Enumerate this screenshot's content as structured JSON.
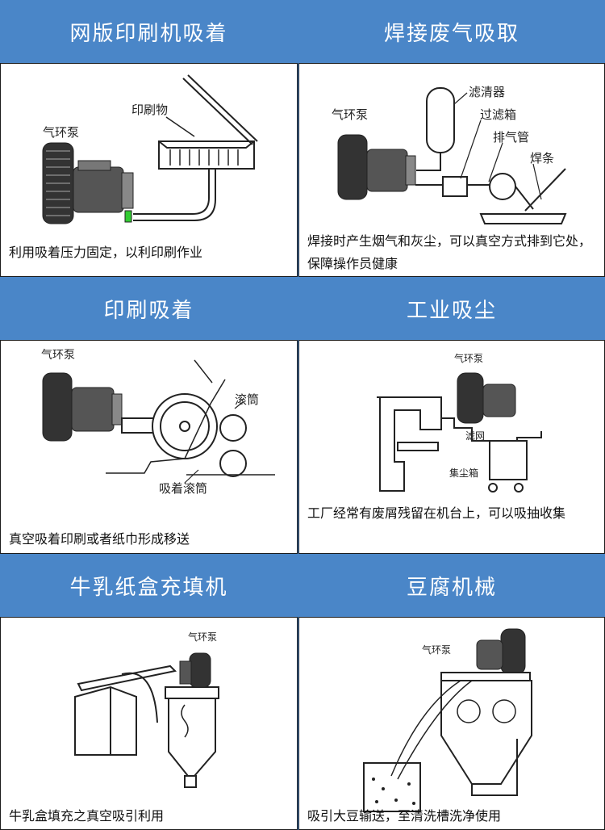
{
  "colors": {
    "header": "#4a86c8",
    "card": "#ffffff",
    "line": "#1c1c1c"
  },
  "panels": [
    {
      "title": "网版印刷机吸着",
      "caption": "利用吸着压力固定，以利印刷作业",
      "labels": {
        "pump": "气环泵",
        "item": "印刷物"
      }
    },
    {
      "title": "焊接废气吸取",
      "caption": "焊接时产生烟气和灰尘，可以真空方式排到它处，保障操作员健康",
      "labels": {
        "pump": "气环泵",
        "filter": "滤清器",
        "box": "过滤箱",
        "pipe": "排气管",
        "rod": "焊条"
      }
    },
    {
      "title": "印刷吸着",
      "caption": "真空吸着印刷或者纸巾形成移送",
      "labels": {
        "pump": "气环泵",
        "roller": "滚筒",
        "suction_roller": "吸着滚筒"
      }
    },
    {
      "title": "工业吸尘",
      "caption": "工厂经常有废屑残留在机台上，可以吸抽收集",
      "labels": {
        "pump": "气环泵",
        "mesh": "滤网",
        "dust_box": "集尘箱"
      }
    },
    {
      "title": "牛乳纸盒充填机",
      "caption": "牛乳盒填充之真空吸引利用",
      "labels": {
        "pump": "气环泵"
      }
    },
    {
      "title": "豆腐机械",
      "caption": "吸引大豆输送，至清洗槽洗净使用",
      "labels": {
        "pump": "气环泵"
      }
    }
  ]
}
